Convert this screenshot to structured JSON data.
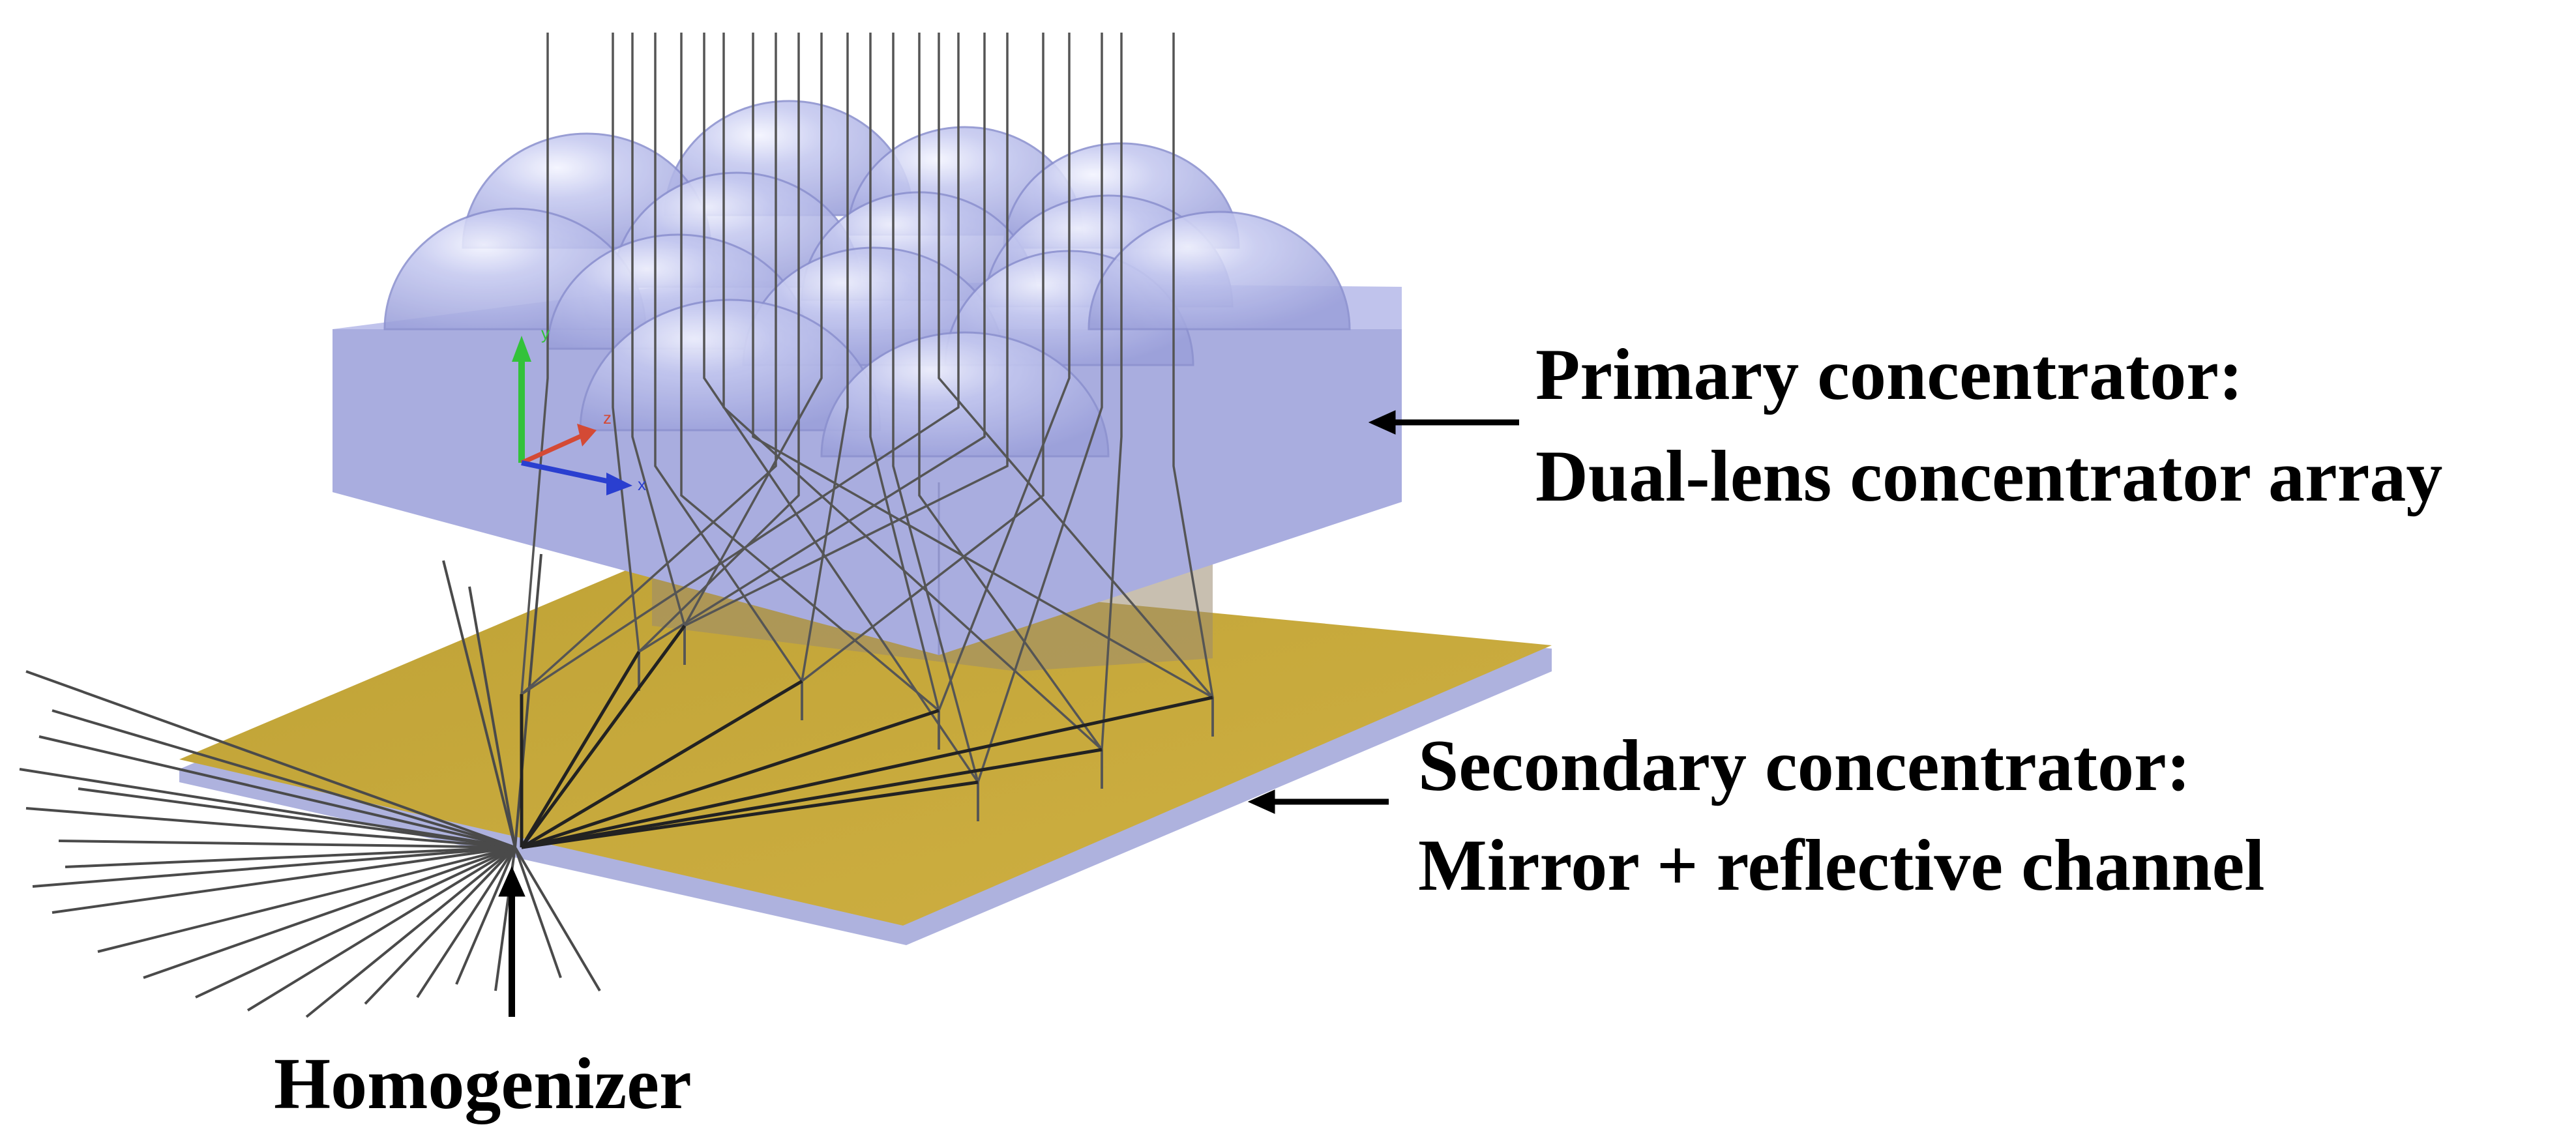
{
  "labels": {
    "primary_title": "Primary concentrator:",
    "primary_subtitle": "Dual-lens concentrator array",
    "secondary_title": "Secondary concentrator:",
    "secondary_subtitle": "Mirror + reflective channel",
    "homogenizer": "Homogenizer"
  },
  "axis_labels": {
    "x": "x",
    "y": "y",
    "z": "z"
  },
  "colors": {
    "lens": "#a9aee6",
    "lens_block": "#b9bce6",
    "lens_block_front": "#a7abdd",
    "plate_top": "#c7a93b",
    "plate_edge": "#aeb2de",
    "ray": "#4a4a4a",
    "arrow": "#000000",
    "axis_x": "#2a3fd0",
    "axis_y": "#33c23a",
    "axis_z": "#d44a35"
  }
}
